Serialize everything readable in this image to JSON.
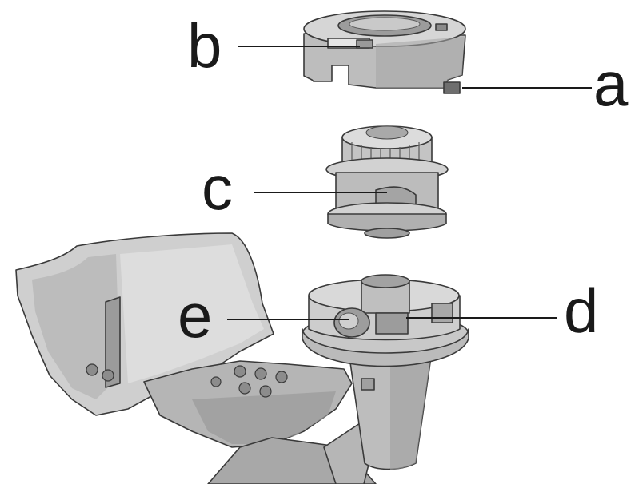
{
  "labels": {
    "a": "a",
    "b": "b",
    "c": "c",
    "d": "d",
    "e": "e"
  },
  "colors": {
    "part_light": "#d4d4d4",
    "part_mid": "#b8b8b8",
    "part_dark": "#8e8e8e",
    "part_darker": "#6f6f6f",
    "outline": "#3a3a3a",
    "label": "#1a1a1a"
  }
}
